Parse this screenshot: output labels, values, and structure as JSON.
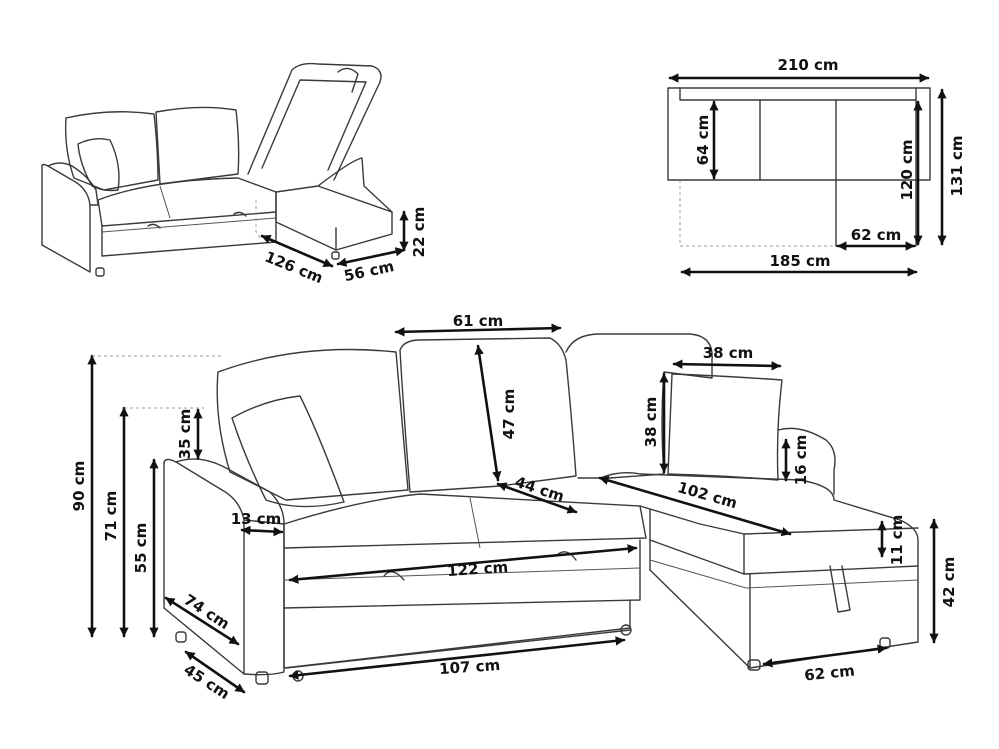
{
  "colors": {
    "dimension": "#111111",
    "outline": "#3a3a3a",
    "background": "#ffffff"
  },
  "labels": {
    "top_width": "210 cm",
    "top_chaise_depth": "120 cm",
    "top_total_depth": "131 cm",
    "top_seat_depth": "64 cm",
    "top_chaise_width": "62 cm",
    "top_sofa_width": "185 cm",
    "small_bed_width": "126 cm",
    "small_chaise_width": "56 cm",
    "small_storage_height": "22 cm",
    "backrest_cushion_width": "61 cm",
    "backrest_cushion_height": "47 cm",
    "seat_cushion_depth": "44 cm",
    "pillow_width": "38 cm",
    "pillow_height": "38 cm",
    "chaise_armrest_height": "16 cm",
    "chaise_cushion_length": "102 cm",
    "chaise_cushion_thickness": "11 cm",
    "chaise_seat_height": "42 cm",
    "chaise_width": "62 cm",
    "total_height": "90 cm",
    "armrest_total_height": "71 cm",
    "armrest_height": "55 cm",
    "back_above_arm": "35 cm",
    "armrest_width": "13 cm",
    "bed_width": "122 cm",
    "armrest_depth": "74 cm",
    "seat_height": "45 cm",
    "base_width": "107 cm"
  }
}
